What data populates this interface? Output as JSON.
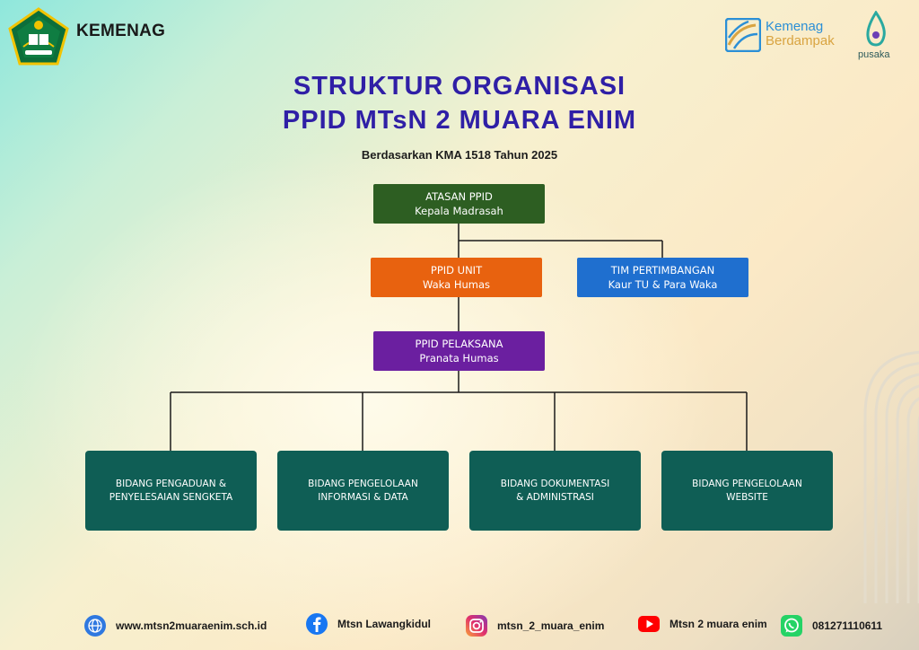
{
  "header": {
    "brand": "KEMENAG",
    "campaign_line1": "Kemenag",
    "campaign_line2": "Berdampak",
    "pusaka": "pusaka"
  },
  "title": {
    "line1": "STRUKTUR ORGANISASI",
    "line2": "PPID MTsN 2 MUARA ENIM",
    "subtitle": "Berdasarkan KMA 1518 Tahun 2025"
  },
  "chart": {
    "atasan": {
      "role": "ATASAN PPID",
      "holder": "Kepala Madrasah",
      "color": "#2d5e22"
    },
    "unit": {
      "role": "PPID UNIT",
      "holder": "Waka Humas",
      "color": "#e8620f"
    },
    "pertimbangan": {
      "role": "TIM PERTIMBANGAN",
      "holder": "Kaur TU & Para Waka",
      "color": "#1f6fcf"
    },
    "pelaksana": {
      "role": "PPID PELAKSANA",
      "holder": "Pranata Humas",
      "color": "#6b1fa0"
    },
    "bidang_color": "#0f5e55",
    "bidang": [
      {
        "line1": "BIDANG PENGADUAN &",
        "line2": "PENYELESAIAN SENGKETA"
      },
      {
        "line1": "BIDANG PENGELOLAAN",
        "line2": "INFORMASI & DATA"
      },
      {
        "line1": "BIDANG DOKUMENTASI",
        "line2": "& ADMINISTRASI"
      },
      {
        "line1": "BIDANG PENGELOLAAN",
        "line2": "WEBSITE"
      }
    ]
  },
  "footer": {
    "website": "www.mtsn2muaraenim.sch.id",
    "facebook": "Mtsn Lawangkidul",
    "instagram": "mtsn_2_muara_enim",
    "youtube": "Mtsn 2 muara enim",
    "whatsapp": "081271110611"
  }
}
